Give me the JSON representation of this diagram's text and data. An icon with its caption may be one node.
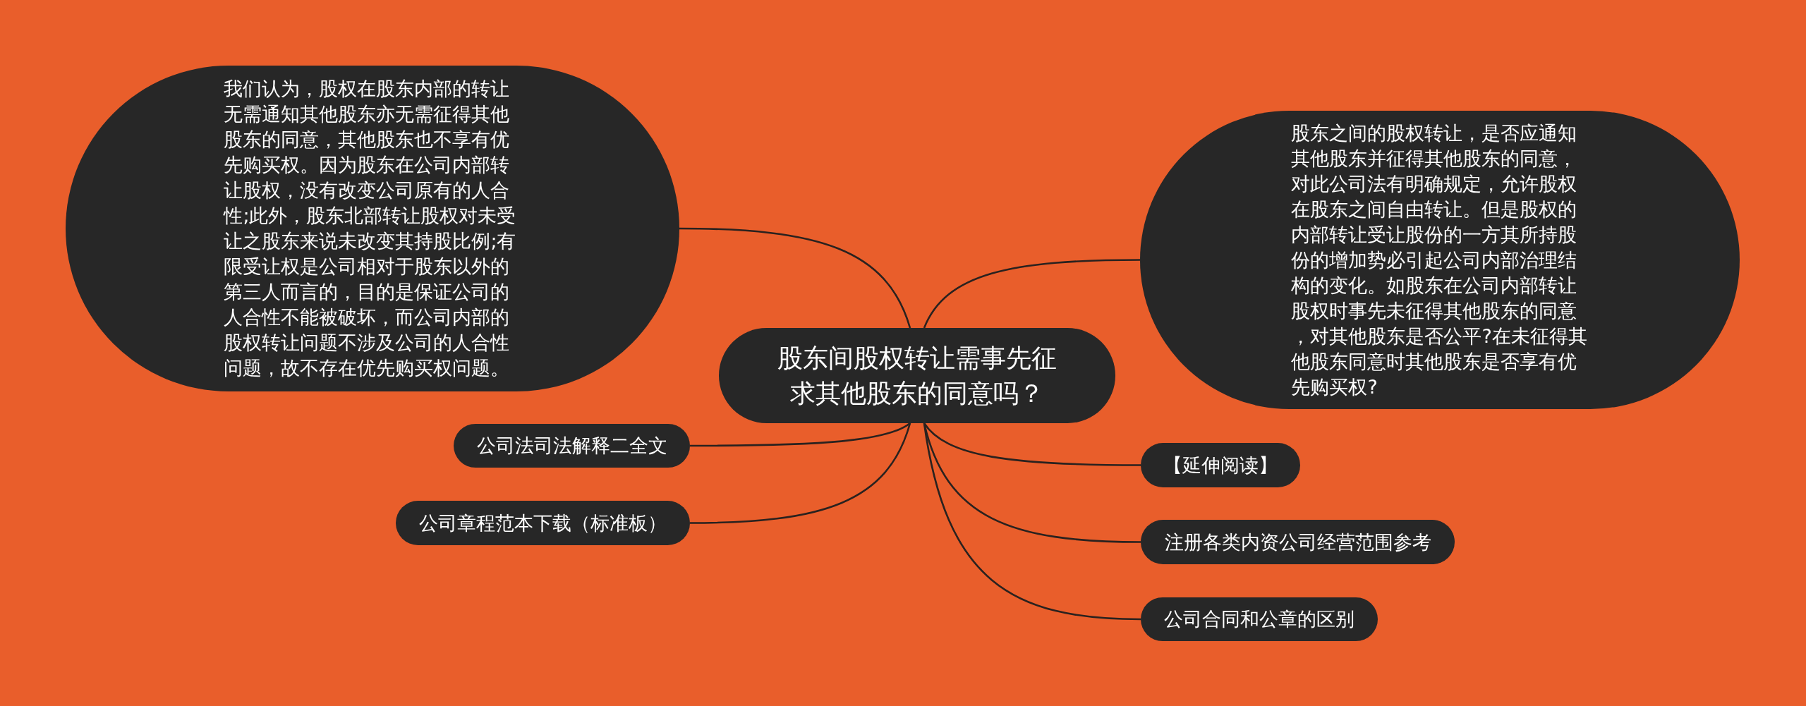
{
  "diagram": {
    "nodes": [
      {
        "text": [
          "股东间股权转让需事先征求其他股东的同意吗？"
        ]
      },
      {
        "text": [
          "我们认为，股权在股东内部的转让无需通知其他股东亦无需征得其他股东的同意，其他股东也不享有优先购买权。因为股东在公司内部转让股权，没有改变公司原有的人合性;此外，股东北部转让股权对未受让之股东来说未改变其持股比例;有限受让权是公司相对于股东以外的第三人而言的，目的是保证公司的人合性不能被破坏，而公司内部的股权转让问题不涉及公司的人合性问题，故不存在优先购买权问题。"
        ]
      },
      {
        "text": [
          "股东之间的股权转让，是否应通知其他股东并征得其他股东的同意，对此公司法有明确规定，允许股权在股东之间自由转让。但是股权的内部转让受让股份的一方其所持股份的增加势必引起公司内部治理结构的变化。如股东在公司内部转让股权时事先未征得其他股东的同意，对其他股东是否公平?在未征得其他股东同意时其他股东是否享有优先购买权?"
        ]
      },
      {
        "text": [
          "公司法司法解释二全文"
        ]
      },
      {
        "text": [
          "公司章程范本下载（标准板）"
        ]
      },
      {
        "text": [
          "【延伸阅读】"
        ]
      },
      {
        "text": [
          "注册各类内资公司经营范围参考"
        ]
      },
      {
        "text": [
          "公司合同和公章的区别"
        ]
      }
    ],
    "edges": [
      {
        "from": 0,
        "to": 1,
        "arrow": "none"
      },
      {
        "from": 0,
        "to": 2,
        "arrow": "none"
      },
      {
        "from": 0,
        "to": 3,
        "arrow": "none"
      },
      {
        "from": 0,
        "to": 4,
        "arrow": "none"
      },
      {
        "from": 0,
        "to": 5,
        "arrow": "none"
      },
      {
        "from": 0,
        "to": 6,
        "arrow": "none"
      },
      {
        "from": 0,
        "to": 7,
        "arrow": "none"
      }
    ]
  }
}
